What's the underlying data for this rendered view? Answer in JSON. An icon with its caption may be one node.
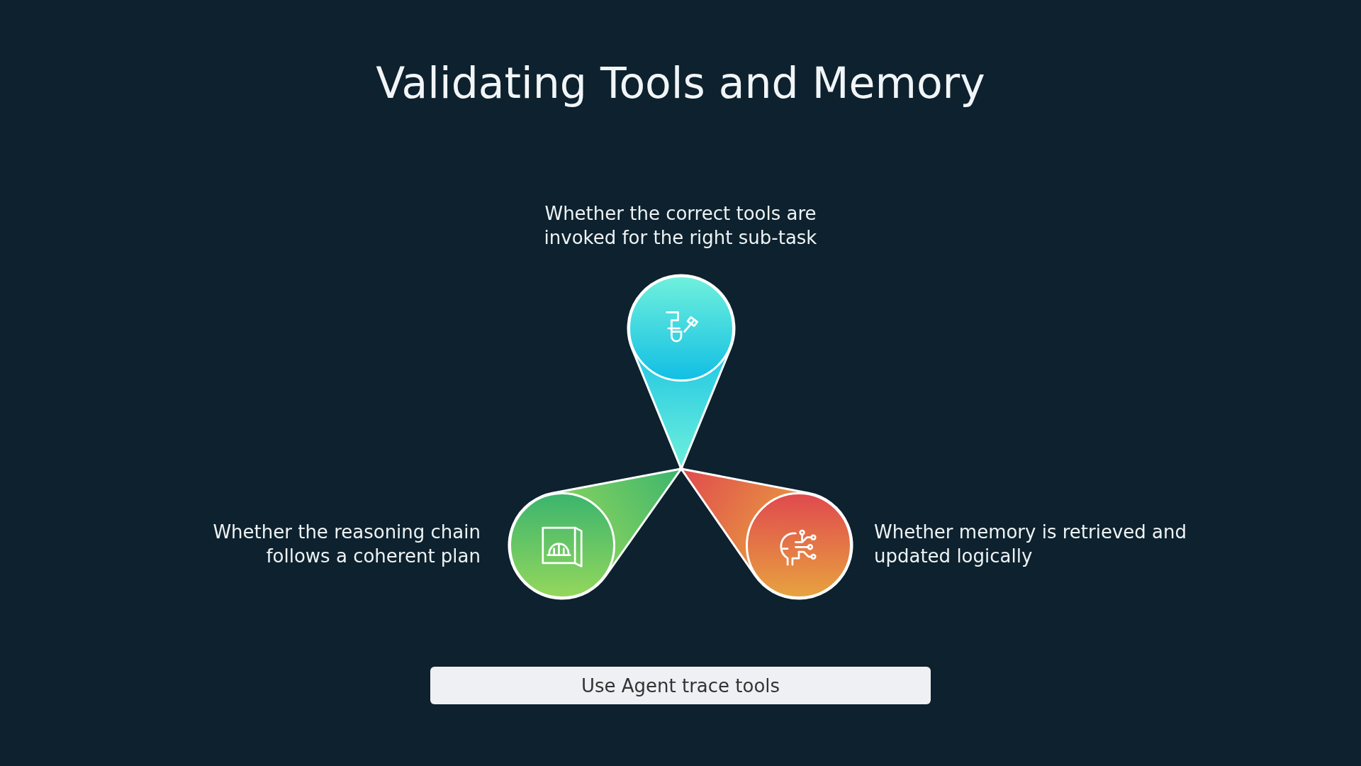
{
  "diagram": {
    "title": "Validating Tools and Memory",
    "nodes": [
      {
        "text": [],
        "shape": "circle",
        "beside": [
          "Whether the correct tools are invoked for the right sub-task"
        ]
      },
      {
        "text": [],
        "shape": "circle",
        "beside": [
          "Whether the reasoning chain follows a coherent plan"
        ]
      },
      {
        "text": [],
        "shape": "circle",
        "beside": [
          "Whether memory is retrieved and updated logically"
        ]
      },
      {
        "text": [
          "Use Agent trace tools"
        ]
      }
    ]
  }
}
